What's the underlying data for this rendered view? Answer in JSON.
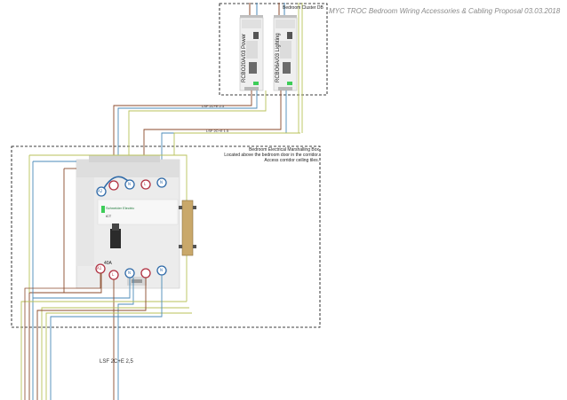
{
  "title": "MYC TROC Bedroom Wiring Accessories & Cabling Proposal  03.03.2018",
  "cluster_box": {
    "label": "Bedroom Cluster DB"
  },
  "breakers": [
    {
      "label": "RCBO20A/03 Power"
    },
    {
      "label": "RCBO6A/03 Lighting"
    }
  ],
  "marshalling_box": {
    "line1": "Bedroom Electrical Marshalling Box",
    "line2": "Located above the bedroom door in the corridor.",
    "line3": "Access corridor ceiling tiles."
  },
  "cables": {
    "power_feed": "LSF 2C+E 2.5",
    "lighting_feed": "LSF 2C+E 1.5",
    "outgoing": "LSF 2C+E 2,5"
  },
  "contactor": {
    "brand": "Schneider Electric",
    "rating": "40A",
    "model": "iCT",
    "top_terminals": [
      "A2",
      "N",
      "L",
      "N"
    ],
    "bottom_terminals": [
      "A1",
      "L",
      "N",
      "N"
    ]
  },
  "colors": {
    "live": "#8b4a2b",
    "neutral": "#4a8ab8",
    "earth": "#b8c25a",
    "terminal_red": "#b03040",
    "terminal_blue": "#2f6aa8",
    "schneider_green": "#3dcd58"
  }
}
